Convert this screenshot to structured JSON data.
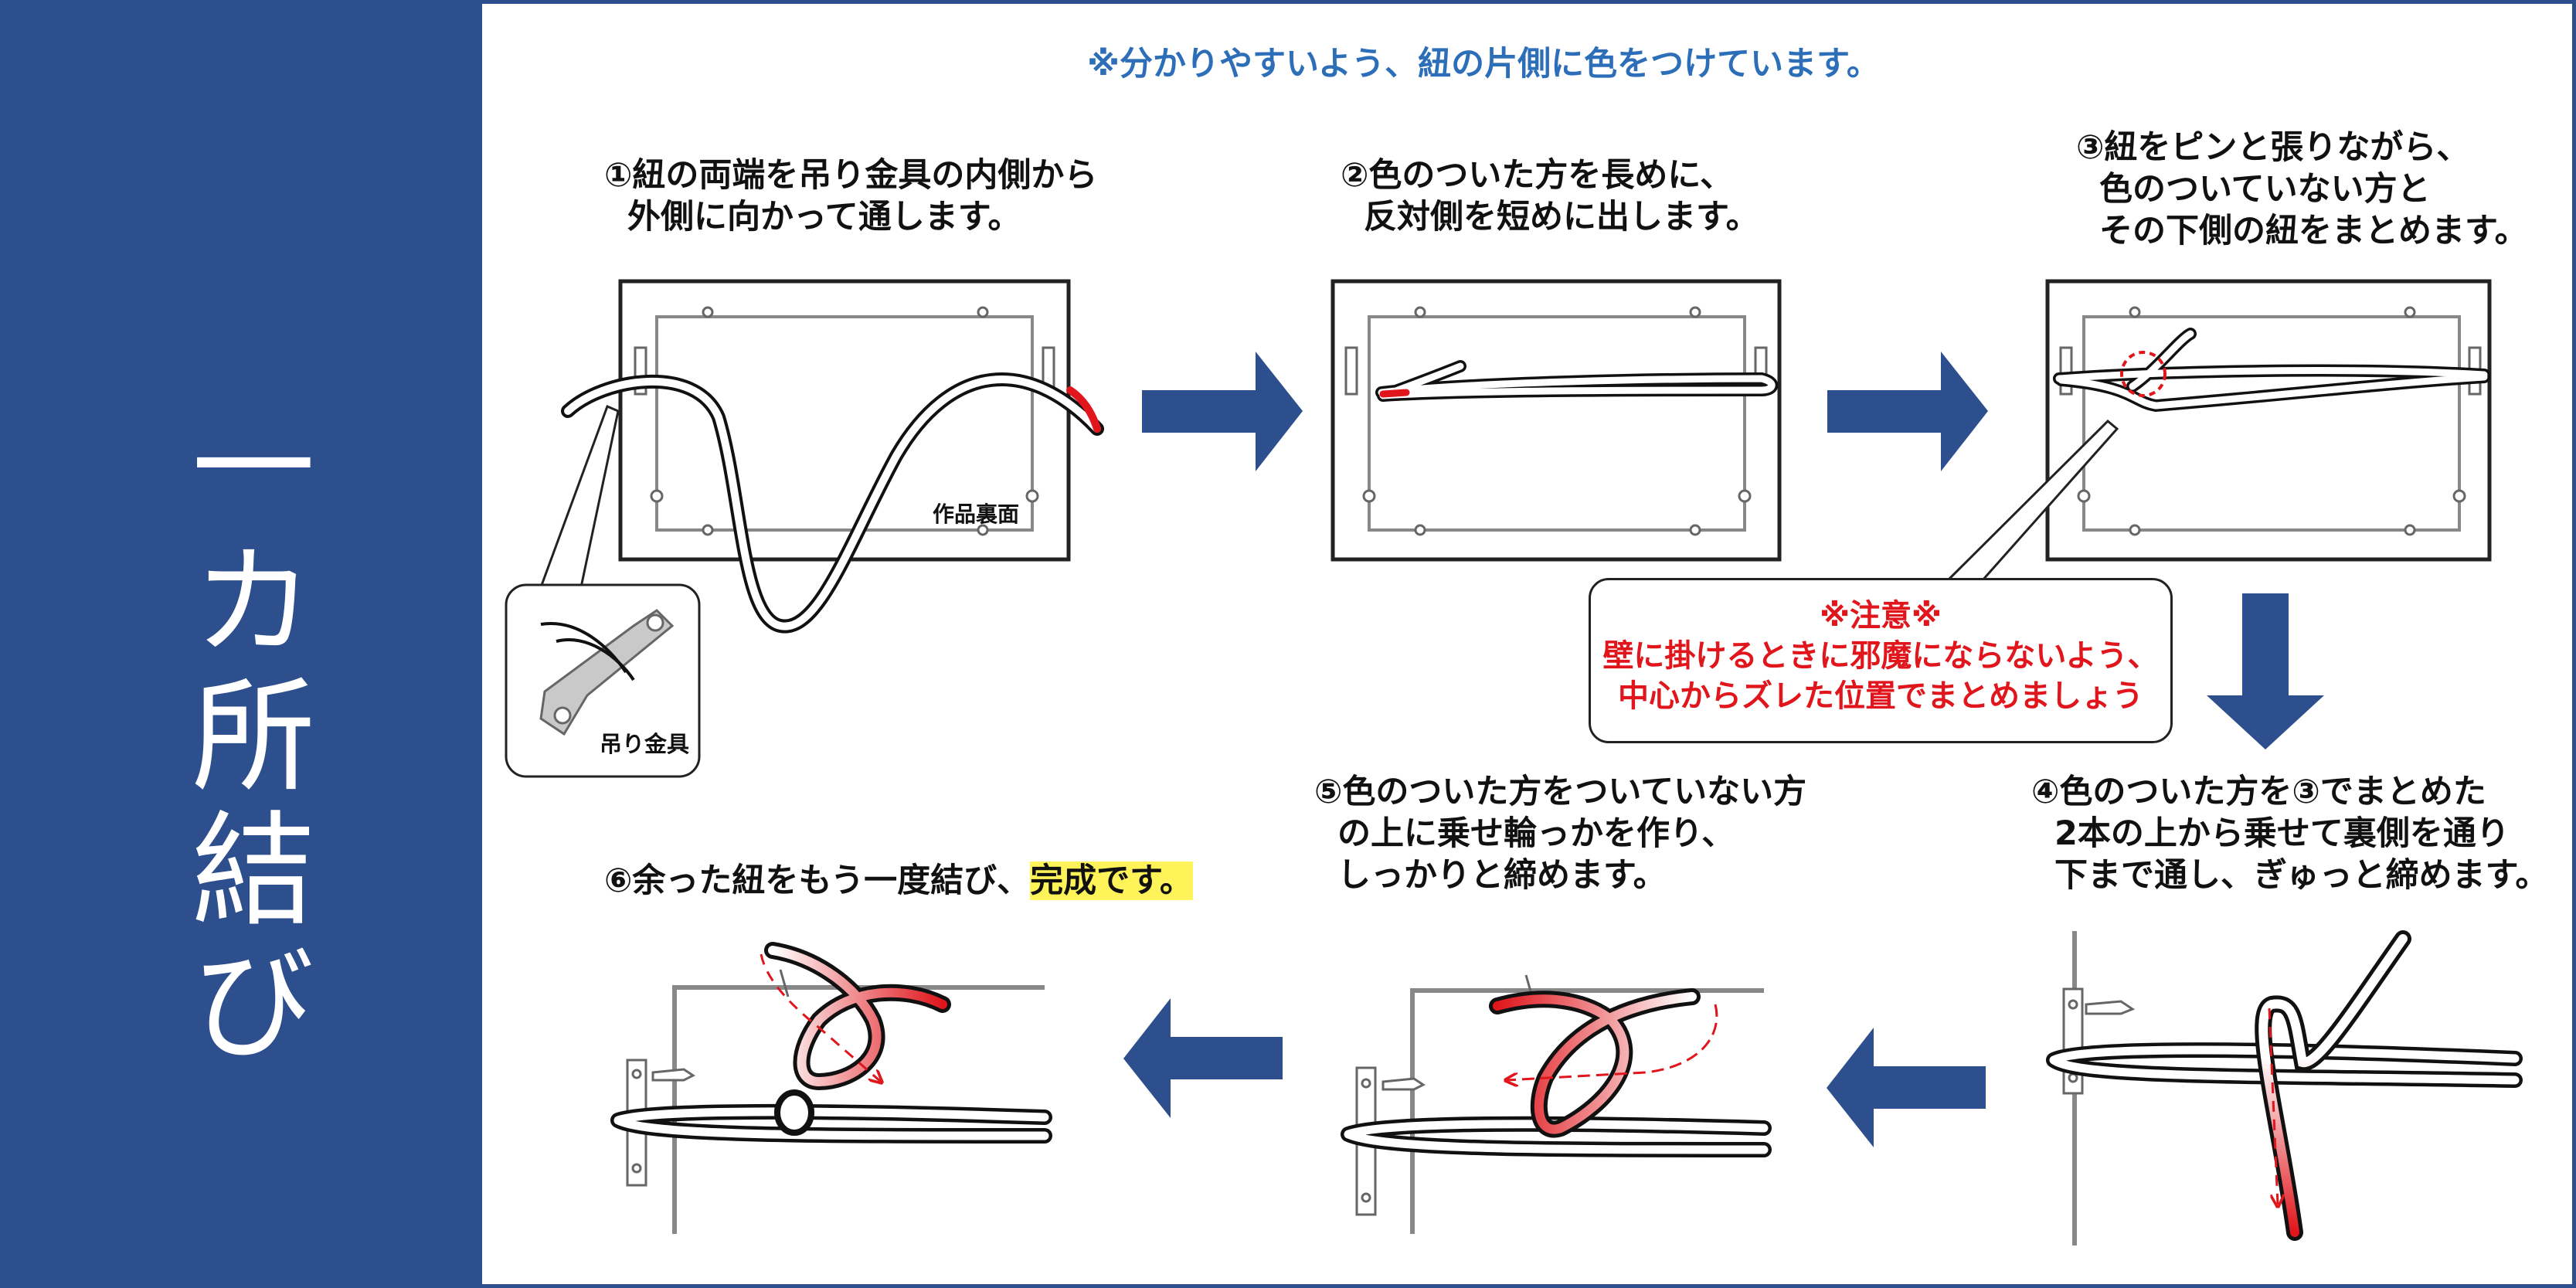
{
  "title": "一カ所結び",
  "notice": "※分かりやすいよう、紐の片側に色をつけています。",
  "steps": [
    {
      "line1": "①紐の両端を吊り金具の内側から",
      "line2": "外側に向かって通します。"
    },
    {
      "line1": "②色のついた方を長めに、",
      "line2": "反対側を短めに出します。"
    },
    {
      "line1": "③紐をピンと張りながら、",
      "line2": "色のついていない方と",
      "line3": "その下側の紐をまとめます。"
    },
    {
      "line1": "④色のついた方を③でまとめた",
      "line2": "2本の上から乗せて裏側を通り",
      "line3": "下まで通し、ぎゅっと締めます。"
    },
    {
      "line1": "⑤色のついた方をついていない方",
      "line2": "の上に乗せ輪っかを作り、",
      "line3": "しっかりと締めます。"
    },
    {
      "prefix": "⑥余った紐をもう一度結び、",
      "highlight": "完成です。"
    }
  ],
  "warning": {
    "heading": "※注意※",
    "line1": "壁に掛けるときに邪魔にならないよう、",
    "line2": "中心からズレた位置でまとめましょう"
  },
  "labels": {
    "hanger": "吊り金具",
    "back_of_work": "作品裏面"
  },
  "colors": {
    "brand": "#2d4f8e",
    "accent_red": "#e0161c",
    "notice_blue": "#2d6eb8",
    "highlight": "#fff35a"
  }
}
